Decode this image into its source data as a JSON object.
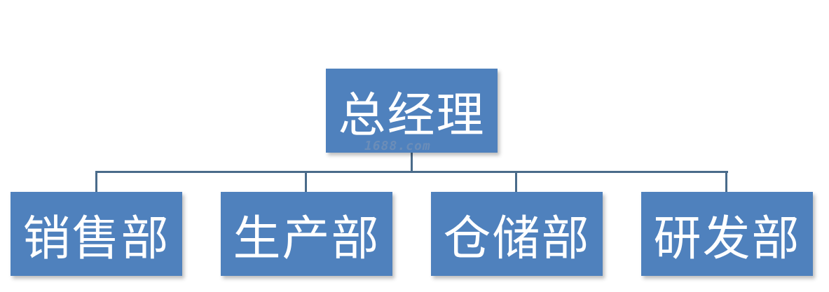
{
  "diagram": {
    "root": {
      "label": "总经理"
    },
    "children": [
      {
        "label": "销售部"
      },
      {
        "label": "生产部"
      },
      {
        "label": "仓储部"
      },
      {
        "label": "研发部"
      }
    ]
  },
  "watermark": {
    "text": "1688.com"
  },
  "colors": {
    "node_fill": "#4f81bd",
    "node_text": "#ffffff",
    "connector": "#4a6b8a"
  }
}
